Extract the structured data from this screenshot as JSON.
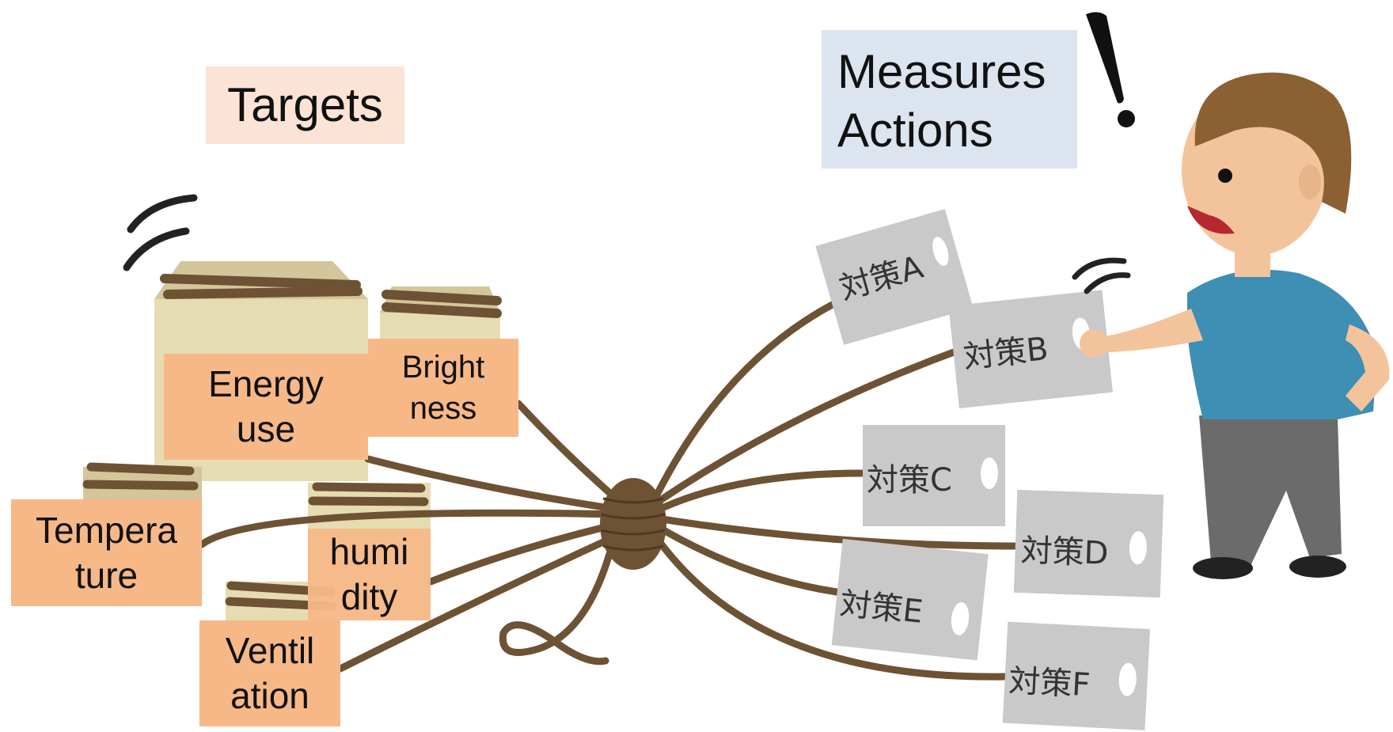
{
  "headers": {
    "targets": "Targets",
    "measures_line1": "Measures",
    "measures_line2": "Actions"
  },
  "targets": [
    {
      "id": "energy",
      "label": "Energy\nuse"
    },
    {
      "id": "brightness",
      "label": "Bright\nness"
    },
    {
      "id": "temperature",
      "label": "Tempera\nture"
    },
    {
      "id": "humidity",
      "label": "humi\ndity"
    },
    {
      "id": "ventilation",
      "label": "Ventil\nation"
    }
  ],
  "measures": [
    {
      "id": "a",
      "label": "対策A"
    },
    {
      "id": "b",
      "label": "対策B"
    },
    {
      "id": "c",
      "label": "対策C"
    },
    {
      "id": "d",
      "label": "対策D"
    },
    {
      "id": "e",
      "label": "対策E"
    },
    {
      "id": "f",
      "label": "対策F"
    }
  ],
  "colors": {
    "rope": "#6e5234",
    "box": "#e6dcb2",
    "box_shadow": "#d2c69a",
    "label_bg": "#f7b888",
    "targets_bg": "#fbe4d6",
    "measures_bg": "#dbe4ef",
    "card": "#c9c9c9",
    "shirt": "#3e8fb4",
    "pants": "#6b6b6b",
    "skin": "#f3c49b",
    "hair": "#8b6133"
  }
}
